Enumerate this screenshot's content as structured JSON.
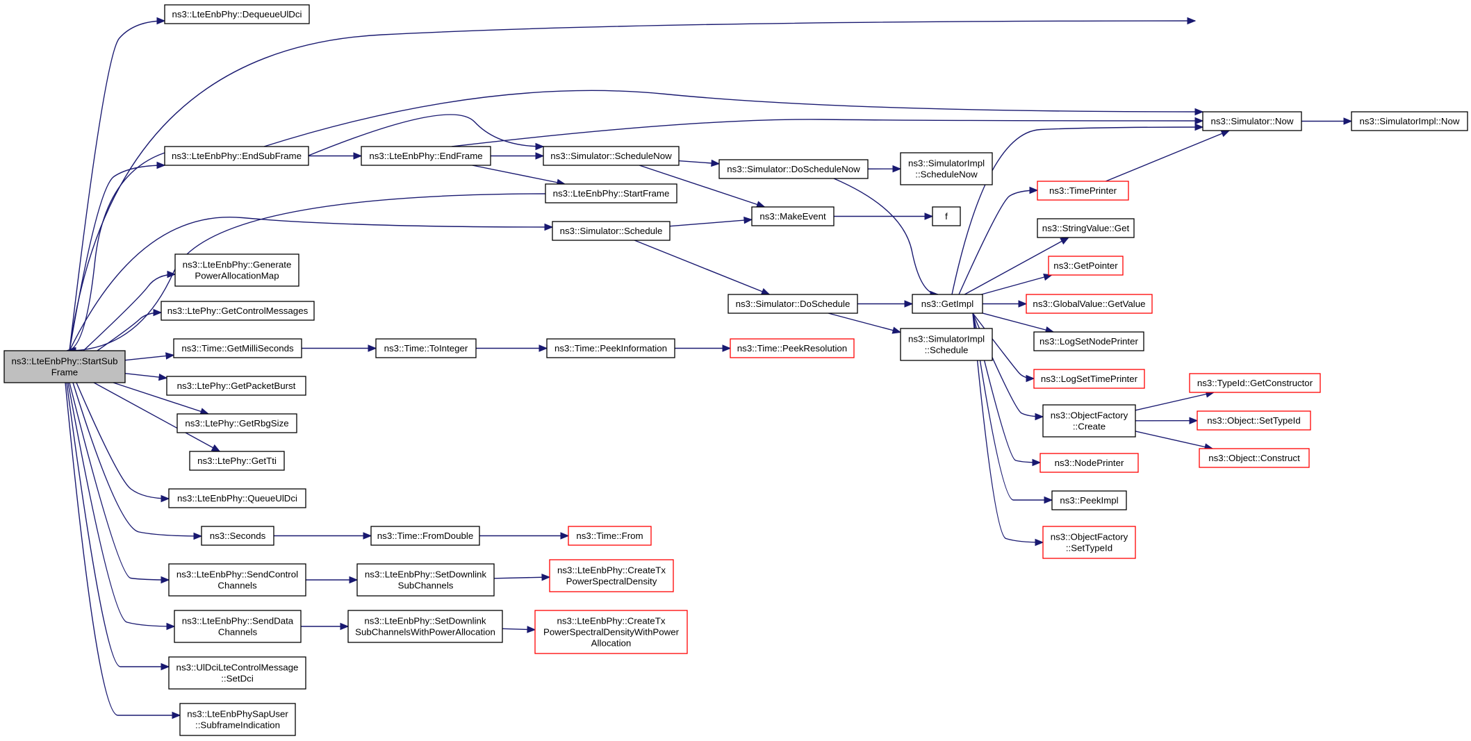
{
  "colors": {
    "edge": "#191970",
    "box_border": "#000000",
    "truncated_border": "#ff0000",
    "root_fill": "#bfbfbf",
    "background": "#ffffff"
  },
  "diagram": {
    "nodes": [
      {
        "id": "root",
        "lines": [
          "ns3::LteEnbPhy::StartSub",
          "Frame"
        ],
        "style": "root"
      },
      {
        "id": "dequeueUl",
        "lines": [
          "ns3::LteEnbPhy::DequeueUlDci"
        ],
        "style": "normal"
      },
      {
        "id": "endSubFrame",
        "lines": [
          "ns3::LteEnbPhy::EndSubFrame"
        ],
        "style": "normal"
      },
      {
        "id": "genPower",
        "lines": [
          "ns3::LteEnbPhy::Generate",
          "PowerAllocationMap"
        ],
        "style": "normal"
      },
      {
        "id": "getCtrl",
        "lines": [
          "ns3::LtePhy::GetControlMessages"
        ],
        "style": "normal"
      },
      {
        "id": "getMilli",
        "lines": [
          "ns3::Time::GetMilliSeconds"
        ],
        "style": "normal"
      },
      {
        "id": "getPacket",
        "lines": [
          "ns3::LtePhy::GetPacketBurst"
        ],
        "style": "normal"
      },
      {
        "id": "getRbg",
        "lines": [
          "ns3::LtePhy::GetRbgSize"
        ],
        "style": "normal"
      },
      {
        "id": "getTti",
        "lines": [
          "ns3::LtePhy::GetTti"
        ],
        "style": "normal"
      },
      {
        "id": "queueUl",
        "lines": [
          "ns3::LteEnbPhy::QueueUlDci"
        ],
        "style": "normal"
      },
      {
        "id": "seconds",
        "lines": [
          "ns3::Seconds"
        ],
        "style": "normal"
      },
      {
        "id": "sendCtrl",
        "lines": [
          "ns3::LteEnbPhy::SendControl",
          "Channels"
        ],
        "style": "normal"
      },
      {
        "id": "sendData",
        "lines": [
          "ns3::LteEnbPhy::SendData",
          "Channels"
        ],
        "style": "normal"
      },
      {
        "id": "ulDci",
        "lines": [
          "ns3::UlDciLteControlMessage",
          "::SetDci"
        ],
        "style": "normal"
      },
      {
        "id": "sapUser",
        "lines": [
          "ns3::LteEnbPhySapUser",
          "::SubframeIndication"
        ],
        "style": "normal"
      },
      {
        "id": "endFrame",
        "lines": [
          "ns3::LteEnbPhy::EndFrame"
        ],
        "style": "normal"
      },
      {
        "id": "schedNow",
        "lines": [
          "ns3::Simulator::ScheduleNow"
        ],
        "style": "normal"
      },
      {
        "id": "startFrame",
        "lines": [
          "ns3::LteEnbPhy::StartFrame"
        ],
        "style": "normal"
      },
      {
        "id": "schedule",
        "lines": [
          "ns3::Simulator::Schedule"
        ],
        "style": "normal"
      },
      {
        "id": "toInteger",
        "lines": [
          "ns3::Time::ToInteger"
        ],
        "style": "normal"
      },
      {
        "id": "peekInfo",
        "lines": [
          "ns3::Time::PeekInformation"
        ],
        "style": "normal"
      },
      {
        "id": "peekRes",
        "lines": [
          "ns3::Time::PeekResolution"
        ],
        "style": "truncated"
      },
      {
        "id": "fromDouble",
        "lines": [
          "ns3::Time::FromDouble"
        ],
        "style": "normal"
      },
      {
        "id": "timeFrom",
        "lines": [
          "ns3::Time::From"
        ],
        "style": "truncated"
      },
      {
        "id": "setDl",
        "lines": [
          "ns3::LteEnbPhy::SetDownlink",
          "SubChannels"
        ],
        "style": "normal"
      },
      {
        "id": "createTx",
        "lines": [
          "ns3::LteEnbPhy::CreateTx",
          "PowerSpectralDensity"
        ],
        "style": "truncated"
      },
      {
        "id": "setDlPower",
        "lines": [
          "ns3::LteEnbPhy::SetDownlink",
          "SubChannelsWithPowerAllocation"
        ],
        "style": "normal"
      },
      {
        "id": "createTxPower",
        "lines": [
          "ns3::LteEnbPhy::CreateTx",
          "PowerSpectralDensityWithPower",
          "Allocation"
        ],
        "style": "truncated"
      },
      {
        "id": "doSchedNow",
        "lines": [
          "ns3::Simulator::DoScheduleNow"
        ],
        "style": "normal"
      },
      {
        "id": "makeEvent",
        "lines": [
          "ns3::MakeEvent"
        ],
        "style": "normal"
      },
      {
        "id": "doSchedule",
        "lines": [
          "ns3::Simulator::DoSchedule"
        ],
        "style": "normal"
      },
      {
        "id": "simImplSchedNow",
        "lines": [
          "ns3::SimulatorImpl",
          "::ScheduleNow"
        ],
        "style": "normal"
      },
      {
        "id": "f",
        "lines": [
          "f"
        ],
        "style": "normal"
      },
      {
        "id": "getImpl",
        "lines": [
          "ns3::GetImpl"
        ],
        "style": "normal"
      },
      {
        "id": "simImplSched",
        "lines": [
          "ns3::SimulatorImpl",
          "::Schedule"
        ],
        "style": "normal"
      },
      {
        "id": "simNow",
        "lines": [
          "ns3::Simulator::Now"
        ],
        "style": "normal"
      },
      {
        "id": "simImplNow",
        "lines": [
          "ns3::SimulatorImpl::Now"
        ],
        "style": "normal"
      },
      {
        "id": "timePrinter",
        "lines": [
          "ns3::TimePrinter"
        ],
        "style": "truncated"
      },
      {
        "id": "strGet",
        "lines": [
          "ns3::StringValue::Get"
        ],
        "style": "normal"
      },
      {
        "id": "getPointer",
        "lines": [
          "ns3::GetPointer"
        ],
        "style": "truncated"
      },
      {
        "id": "gvGet",
        "lines": [
          "ns3::GlobalValue::GetValue"
        ],
        "style": "truncated"
      },
      {
        "id": "logNode",
        "lines": [
          "ns3::LogSetNodePrinter"
        ],
        "style": "normal"
      },
      {
        "id": "logTime",
        "lines": [
          "ns3::LogSetTimePrinter"
        ],
        "style": "truncated"
      },
      {
        "id": "ofCreate",
        "lines": [
          "ns3::ObjectFactory",
          "::Create"
        ],
        "style": "normal"
      },
      {
        "id": "nodePrinter",
        "lines": [
          "ns3::NodePrinter"
        ],
        "style": "truncated"
      },
      {
        "id": "peekImpl",
        "lines": [
          "ns3::PeekImpl"
        ],
        "style": "normal"
      },
      {
        "id": "ofSetType",
        "lines": [
          "ns3::ObjectFactory",
          "::SetTypeId"
        ],
        "style": "truncated"
      },
      {
        "id": "typeGetCtor",
        "lines": [
          "ns3::TypeId::GetConstructor"
        ],
        "style": "truncated"
      },
      {
        "id": "objSetType",
        "lines": [
          "ns3::Object::SetTypeId"
        ],
        "style": "truncated"
      },
      {
        "id": "objConstruct",
        "lines": [
          "ns3::Object::Construct"
        ],
        "style": "truncated"
      }
    ],
    "edges": [
      [
        "root",
        "dequeueUl"
      ],
      [
        "root",
        "endSubFrame"
      ],
      [
        "root",
        "genPower"
      ],
      [
        "root",
        "getCtrl"
      ],
      [
        "root",
        "getMilli"
      ],
      [
        "root",
        "getPacket"
      ],
      [
        "root",
        "getRbg"
      ],
      [
        "root",
        "getTti"
      ],
      [
        "root",
        "queueUl"
      ],
      [
        "root",
        "seconds"
      ],
      [
        "root",
        "sendCtrl"
      ],
      [
        "root",
        "sendData"
      ],
      [
        "root",
        "ulDci"
      ],
      [
        "root",
        "sapUser"
      ],
      [
        "root",
        "simNow"
      ],
      [
        "root",
        "schedule"
      ],
      [
        "endSubFrame",
        "root"
      ],
      [
        "startFrame",
        "root"
      ],
      [
        "endSubFrame",
        "endFrame"
      ],
      [
        "endSubFrame",
        "schedNow"
      ],
      [
        "endSubFrame",
        "simNow"
      ],
      [
        "endFrame",
        "schedNow"
      ],
      [
        "endFrame",
        "startFrame"
      ],
      [
        "endFrame",
        "simNow"
      ],
      [
        "schedNow",
        "doSchedNow"
      ],
      [
        "schedNow",
        "makeEvent"
      ],
      [
        "doSchedNow",
        "simImplSchedNow"
      ],
      [
        "doSchedNow",
        "getImpl"
      ],
      [
        "schedule",
        "makeEvent"
      ],
      [
        "schedule",
        "doSchedule"
      ],
      [
        "makeEvent",
        "f"
      ],
      [
        "doSchedule",
        "getImpl"
      ],
      [
        "doSchedule",
        "simImplSched"
      ],
      [
        "getMilli",
        "toInteger"
      ],
      [
        "toInteger",
        "peekInfo"
      ],
      [
        "peekInfo",
        "peekRes"
      ],
      [
        "seconds",
        "fromDouble"
      ],
      [
        "fromDouble",
        "timeFrom"
      ],
      [
        "sendCtrl",
        "setDl"
      ],
      [
        "setDl",
        "createTx"
      ],
      [
        "sendData",
        "setDlPower"
      ],
      [
        "setDlPower",
        "createTxPower"
      ],
      [
        "simNow",
        "simImplNow"
      ],
      [
        "getImpl",
        "simNow"
      ],
      [
        "timePrinter",
        "simNow"
      ],
      [
        "getImpl",
        "timePrinter"
      ],
      [
        "getImpl",
        "strGet"
      ],
      [
        "getImpl",
        "getPointer"
      ],
      [
        "getImpl",
        "gvGet"
      ],
      [
        "getImpl",
        "logNode"
      ],
      [
        "getImpl",
        "logTime"
      ],
      [
        "getImpl",
        "ofCreate"
      ],
      [
        "getImpl",
        "nodePrinter"
      ],
      [
        "getImpl",
        "peekImpl"
      ],
      [
        "getImpl",
        "ofSetType"
      ],
      [
        "ofCreate",
        "typeGetCtor"
      ],
      [
        "ofCreate",
        "objSetType"
      ],
      [
        "ofCreate",
        "objConstruct"
      ]
    ]
  }
}
